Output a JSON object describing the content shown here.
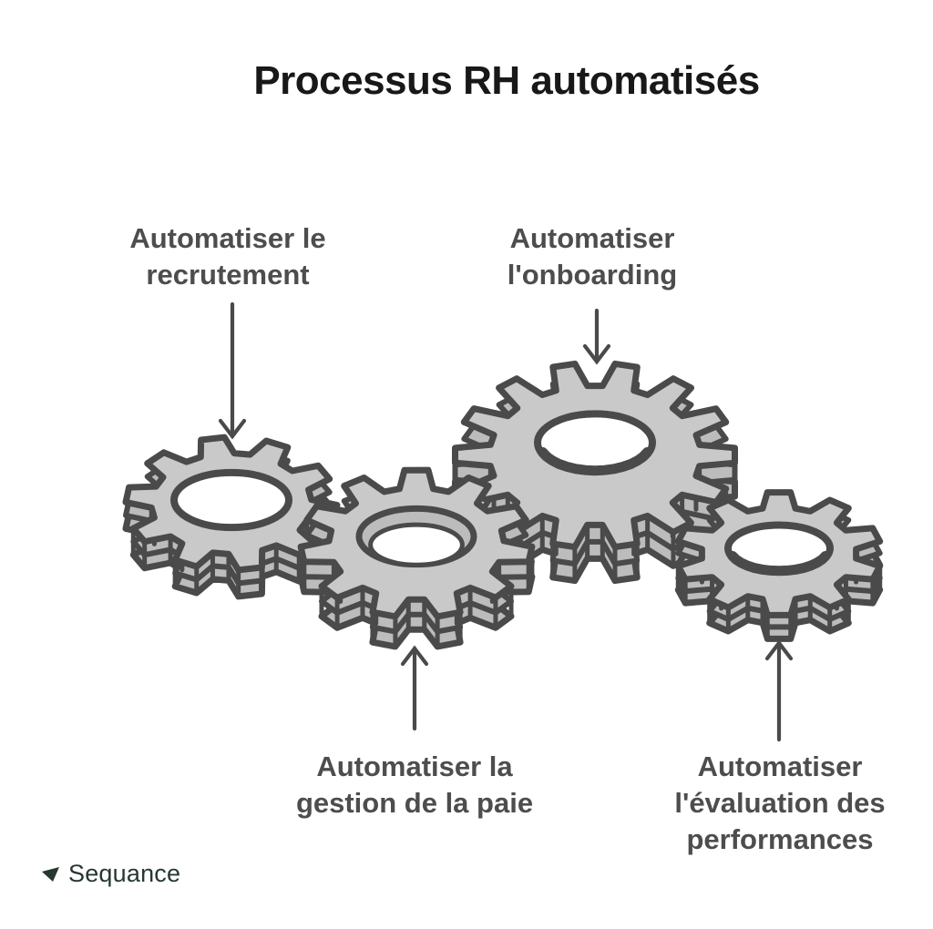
{
  "title": "Processus RH automatisés",
  "labels": {
    "recruitment": "Automatiser le recrutement",
    "onboarding": "Automatiser l'onboarding",
    "payroll": "Automatiser la gestion de la paie",
    "performance": "Automatiser l'évaluation des performances"
  },
  "footer": {
    "brand": "Sequance"
  },
  "icons": {
    "gear": "gear-icon",
    "arrow": "arrow-icon",
    "logo": "cursor-triangle-icon"
  },
  "colors": {
    "background": "#ffffff",
    "title_text": "#181818",
    "label_text": "#4d4d4d",
    "gear_fill": "#c9c9c9",
    "gear_side_fill": "#bcbcbc",
    "gear_outline": "#4a4a4a",
    "arrow": "#4a4a4a",
    "logo_text": "#27382f"
  }
}
